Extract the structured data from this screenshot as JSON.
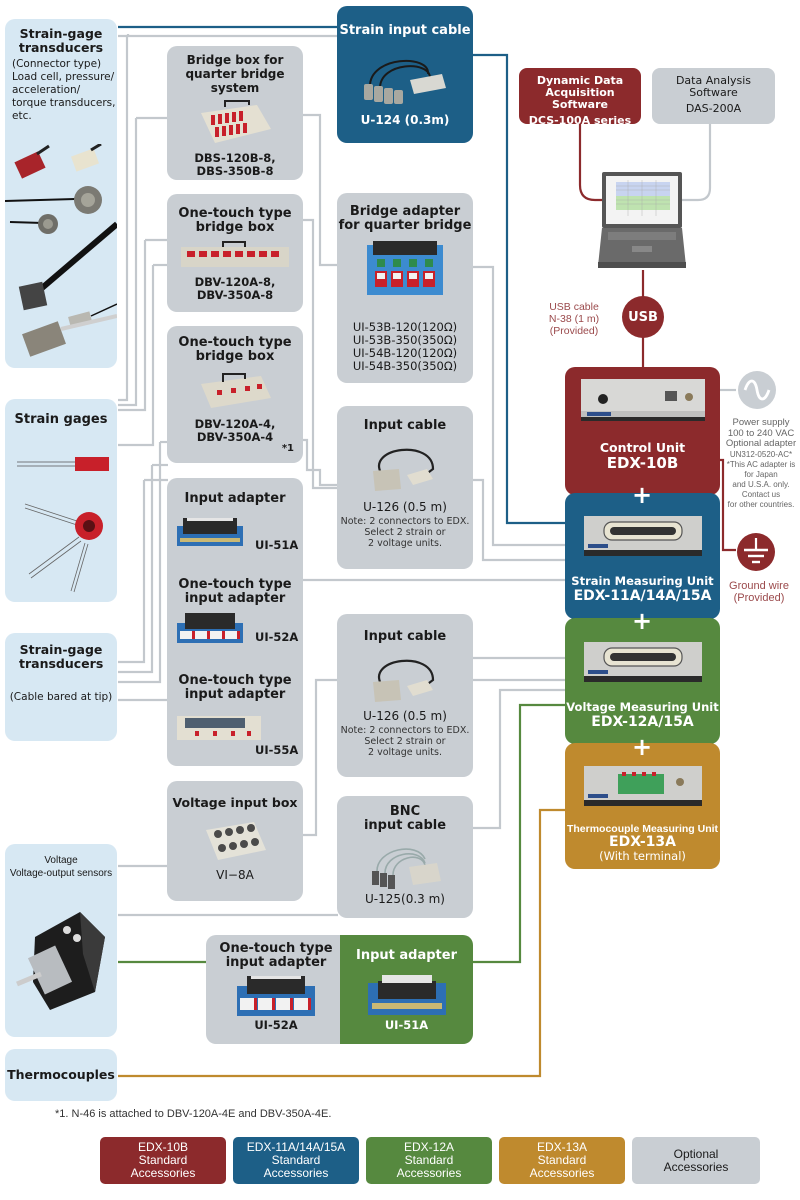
{
  "colors": {
    "source_bg": "#d7e8f3",
    "optional_bg": "#c9ced3",
    "edx10b": "#8c2a2c",
    "edx11a": "#1d5f87",
    "edx12a": "#56893f",
    "edx13a": "#bf8a2e",
    "wire_gray": "#c3c8cd"
  },
  "sources": {
    "strain_gage_transducers_connector": {
      "title": "Strain-gage transducers",
      "desc_lines": [
        "(Connector type)",
        "Load cell, pressure/",
        "acceleration/",
        "torque transducers,",
        "etc."
      ]
    },
    "strain_gages": {
      "title": "Strain gages"
    },
    "strain_gage_transducers_bared": {
      "title": "Strain-gage transducers",
      "desc": "(Cable bared at tip)"
    },
    "voltage": {
      "title_lines": [
        "Voltage",
        "Voltage-output sensors"
      ]
    },
    "thermocouples": {
      "title": "Thermocouples"
    }
  },
  "accessories": {
    "strain_input_cable": {
      "title": "Strain input cable",
      "model": "U-124 (0.3m)"
    },
    "bridge_box_quarter": {
      "title_lines": [
        "Bridge box for",
        "quarter bridge system"
      ],
      "models": [
        "DBS-120B-8,",
        "DBS-350B-8"
      ]
    },
    "one_touch_bridge_box_8": {
      "title_lines": [
        "One-touch type",
        "bridge box"
      ],
      "models": [
        "DBV-120A-8,",
        "DBV-350A-8"
      ]
    },
    "one_touch_bridge_box_4": {
      "title_lines": [
        "One-touch type",
        "bridge box"
      ],
      "models": [
        "DBV-120A-4,",
        "DBV-350A-4"
      ],
      "footnote_mark": "*1"
    },
    "bridge_adapter_quarter": {
      "title_lines": [
        "Bridge adapter",
        "for quarter bridge"
      ],
      "models": [
        "UI-53B-120(120Ω)",
        "UI-53B-350(350Ω)",
        "UI-54B-120(120Ω)",
        "UI-54B-350(350Ω)"
      ]
    },
    "input_cable_1": {
      "title": "Input cable",
      "model": "U-126 (0.5 m)",
      "note_lines": [
        "Note: 2 connectors to EDX.",
        "Select 2 strain or",
        "2 voltage units."
      ]
    },
    "input_adapters": {
      "items": [
        {
          "title_lines": [
            "Input adapter"
          ],
          "model": "UI-51A"
        },
        {
          "title_lines": [
            "One-touch type",
            "input adapter"
          ],
          "model": "UI-52A"
        },
        {
          "title_lines": [
            "One-touch type",
            "input adapter"
          ],
          "model": "UI-55A"
        }
      ]
    },
    "input_cable_2": {
      "title": "Input cable",
      "model": "U-126 (0.5 m)",
      "note_lines": [
        "Note: 2 connectors to EDX.",
        "Select 2 strain or",
        "2 voltage units."
      ]
    },
    "voltage_input_box": {
      "title": "Voltage input box",
      "model": "VI−8A"
    },
    "bnc_input_cable": {
      "title_lines": [
        "BNC",
        "input cable"
      ],
      "model": "U-125(0.3 m)"
    },
    "one_touch_input_adapter_bottom": {
      "title_lines": [
        "One-touch type",
        "input adapter"
      ],
      "model": "UI-52A"
    },
    "input_adapter_green": {
      "title": "Input adapter",
      "model": "UI-51A"
    }
  },
  "software": {
    "dcs": {
      "title_lines": [
        "Dynamic Data",
        "Acquisition Software"
      ],
      "model": "DCS-100A series"
    },
    "das": {
      "title_lines": [
        "Data Analysis",
        "Software"
      ],
      "model": "DAS-200A"
    }
  },
  "usb": {
    "badge": "USB",
    "cable_lines": [
      "USB cable",
      "N-38 (1 m)",
      "(Provided)"
    ]
  },
  "units": {
    "control": {
      "title": "Control Unit",
      "model": "EDX-10B"
    },
    "strain": {
      "title": "Strain Measuring Unit",
      "model": "EDX-11A/14A/15A"
    },
    "voltage": {
      "title": "Voltage Measuring Unit",
      "model": "EDX-12A/15A"
    },
    "thermo": {
      "title": "Thermocouple Measuring Unit",
      "model": "EDX-13A",
      "sub": "(With terminal)"
    },
    "plus": "+"
  },
  "power": {
    "lines": [
      "Power supply",
      "100 to 240 VAC",
      "Optional adapter",
      "UN312-0520-AC*",
      "*This AC adapter is",
      "for Japan",
      "and U.S.A. only.",
      "Contact us",
      "for other countries."
    ]
  },
  "ground": {
    "lines": [
      "Ground wire",
      "(Provided)"
    ]
  },
  "footnote": "*1. N-46 is attached to DBV-120A-4E and DBV-350A-4E.",
  "legend": [
    {
      "lines": [
        "EDX-10B",
        "Standard",
        "Accessories"
      ],
      "color": "#8c2a2c"
    },
    {
      "lines": [
        "EDX-11A/14A/15A",
        "Standard",
        "Accessories"
      ],
      "color": "#1d5f87"
    },
    {
      "lines": [
        "EDX-12A",
        "Standard",
        "Accessories"
      ],
      "color": "#56893f"
    },
    {
      "lines": [
        "EDX-13A",
        "Standard",
        "Accessories"
      ],
      "color": "#bf8a2e"
    },
    {
      "lines": [
        "Optional",
        "Accessories"
      ],
      "color": "#c9ced3"
    }
  ]
}
